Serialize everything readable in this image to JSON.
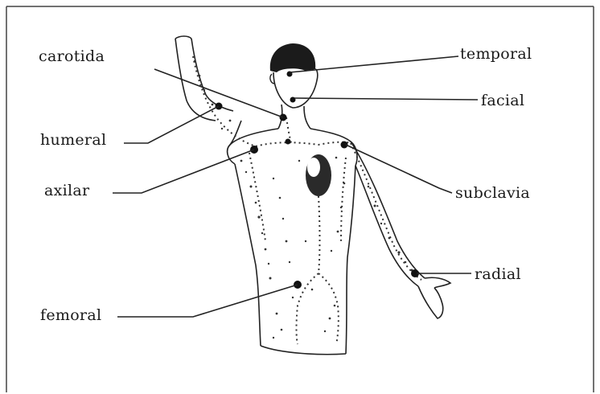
{
  "diagram": {
    "labels": {
      "carotida": "carotida",
      "humeral": "humeral",
      "axilar": "axilar",
      "femoral": "femoral",
      "temporal": "temporal",
      "facial": "facial",
      "subclavia": "subclavia",
      "radial": "radial"
    }
  }
}
